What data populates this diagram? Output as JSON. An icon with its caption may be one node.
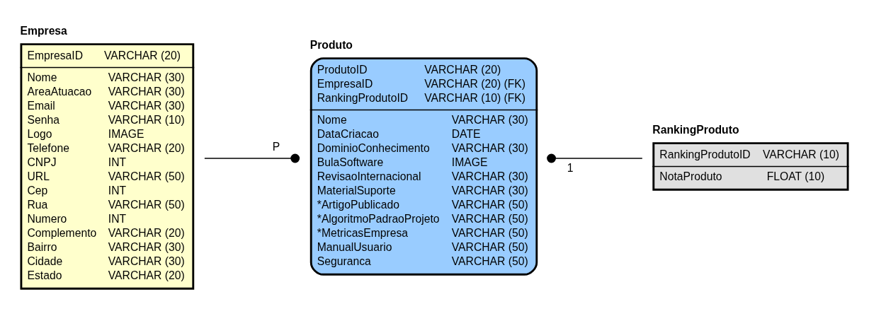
{
  "diagram": {
    "nodes": [
      {
        "text": [
          "Empresa",
          "EmpresaID",
          "VARCHAR (20)",
          "Nome",
          "VARCHAR (30)",
          "AreaAtuacao",
          "VARCHAR (30)",
          "Email",
          "VARCHAR (30)",
          "Senha",
          "VARCHAR (10)",
          "Logo",
          "IMAGE",
          "Telefone",
          "VARCHAR (20)",
          "CNPJ",
          "INT",
          "URL",
          "VARCHAR (50)",
          "Cep",
          "INT",
          "Rua",
          "VARCHAR (50)",
          "Numero",
          "INT",
          "Complemento",
          "VARCHAR (20)",
          "Bairro",
          "VARCHAR (30)",
          "Cidade",
          "VARCHAR (30)",
          "Estado",
          "VARCHAR (20)"
        ]
      },
      {
        "text": [
          "Produto",
          "ProdutoID",
          "VARCHAR (20)",
          "EmpresaID",
          "VARCHAR (20) (FK)",
          "RankingProdutoID",
          "VARCHAR (10) (FK)",
          "Nome",
          "VARCHAR (30)",
          "DataCriacao",
          "DATE",
          "DominioConhecimento",
          "VARCHAR (30)",
          "BulaSoftware",
          "IMAGE",
          "RevisaoInternacional",
          "VARCHAR (30)",
          "MaterialSuporte",
          "VARCHAR (30)",
          "*ArtigoPublicado",
          "VARCHAR (50)",
          "*AlgoritmoPadraoProjeto",
          "VARCHAR (50)",
          "*MetricasEmpresa",
          "VARCHAR (50)",
          "ManualUsuario",
          "VARCHAR (50)",
          "Seguranca",
          "VARCHAR (50)"
        ]
      },
      {
        "text": [
          "RankingProduto",
          "RankingProdutoID",
          "VARCHAR (10)",
          "NotaProduto",
          "FLOAT (10)"
        ]
      }
    ],
    "edges": [
      {
        "from": 0,
        "to": 1,
        "arrow": "other",
        "label": "P"
      },
      {
        "from": 1,
        "to": 2,
        "arrow": "other",
        "label": "1"
      }
    ]
  }
}
